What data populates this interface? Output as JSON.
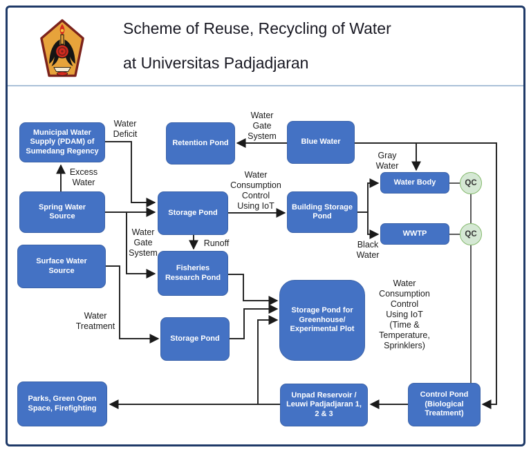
{
  "header": {
    "title_line1": "Scheme of Reuse, Recycling of Water",
    "title_line2": "at Universitas Padjadjaran",
    "logo_name": "universitas-padjadjaran-emblem"
  },
  "colors": {
    "node_fill": "#4472C4",
    "node_border": "#3A62A8",
    "node_text": "#FFFFFF",
    "qc_fill": "#D5E8D4",
    "qc_border": "#84B96C",
    "connector": "#262626",
    "qc_connector": "#5A5A5A",
    "frame_border": "#1F3A68",
    "divider": "#A9C0D8",
    "logo_gold": "#E7A33B",
    "logo_maroon": "#7B221C",
    "logo_red": "#D42B1E"
  },
  "nodes": [
    {
      "id": "municipal-water-supply",
      "label": "Municipal Water\nSupply (PDAM) of\nSumedang Regency"
    },
    {
      "id": "retention-pond",
      "label": "Retention Pond"
    },
    {
      "id": "blue-water",
      "label": "Blue Water"
    },
    {
      "id": "spring-water-source",
      "label": "Spring Water\nSource"
    },
    {
      "id": "storage-pond-main",
      "label": "Storage Pond"
    },
    {
      "id": "building-storage-pond",
      "label": "Building Storage\nPond"
    },
    {
      "id": "water-body",
      "label": "Water Body"
    },
    {
      "id": "wwtp",
      "label": "WWTP"
    },
    {
      "id": "surface-water-source",
      "label": "Surface Water\nSource"
    },
    {
      "id": "fisheries-research-pond",
      "label": "Fisheries\nResearch Pond"
    },
    {
      "id": "storage-pond-treated",
      "label": "Storage Pond"
    },
    {
      "id": "greenhouse-storage-pond",
      "label": "Storage Pond for\nGreenhouse/\nExperimental Plot"
    },
    {
      "id": "parks-green-open-space",
      "label": "Parks, Green Open\nSpace, Firefighting"
    },
    {
      "id": "unpad-reservoir",
      "label": "Unpad Reservoir /\nLeuwi Padjadjaran 1,\n2 & 3"
    },
    {
      "id": "control-pond",
      "label": "Control Pond\n(Biological\nTreatment)"
    }
  ],
  "qc_badges": [
    {
      "id": "qc-water-body",
      "label": "QC"
    },
    {
      "id": "qc-wwtp",
      "label": "QC"
    }
  ],
  "edge_labels": [
    {
      "id": "water-deficit",
      "text": "Water\nDeficit"
    },
    {
      "id": "excess-water",
      "text": "Excess\nWater"
    },
    {
      "id": "water-gate-system-top",
      "text": "Water\nGate\nSystem"
    },
    {
      "id": "water-consumption-iot",
      "text": "Water\nConsumption\nControl\nUsing IoT"
    },
    {
      "id": "gray-water",
      "text": "Gray\nWater"
    },
    {
      "id": "water-gate-system-mid",
      "text": "Water\nGate\nSystem"
    },
    {
      "id": "runoff",
      "text": "Runoff"
    },
    {
      "id": "black-water",
      "text": "Black\nWater"
    },
    {
      "id": "water-treatment",
      "text": "Water\nTreatment"
    },
    {
      "id": "iot-sprinklers",
      "text": "Water\nConsumption\nControl\nUsing IoT\n(Time &\nTemperature,\nSprinklers)"
    }
  ]
}
